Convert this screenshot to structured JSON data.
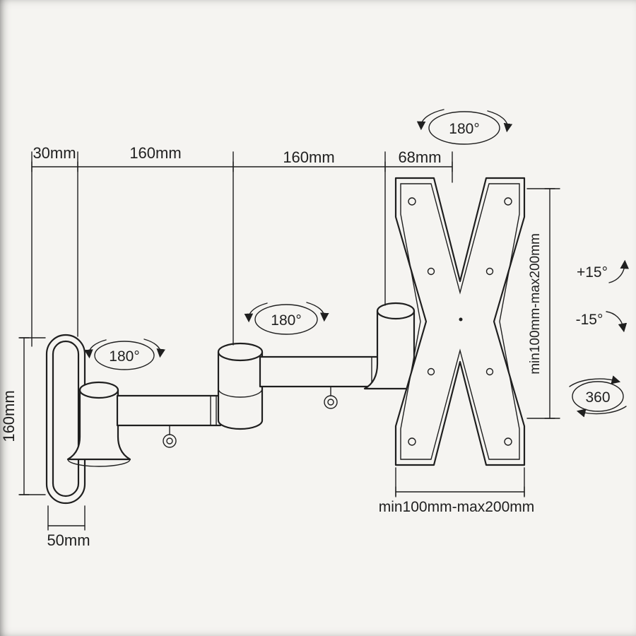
{
  "theme": {
    "bg": "#f5f4f1",
    "ink": "#1f1f1f"
  },
  "diagram": {
    "top_dims": [
      {
        "label": "30mm"
      },
      {
        "label": "160mm"
      },
      {
        "label": "160mm"
      },
      {
        "label": "68mm"
      }
    ],
    "left_dim": {
      "label": "160mm"
    },
    "base_dim": {
      "label": "50mm"
    },
    "vesa_side_dim": {
      "label": "min100mm-max200mm"
    },
    "vesa_bottom_dim": {
      "label": "min100mm-max200mm"
    },
    "swivel_top": {
      "label": "180°"
    },
    "swivel_mid": {
      "label": "180°"
    },
    "swivel_wall": {
      "label": "180°"
    },
    "tilt_up": {
      "label": "+15°"
    },
    "tilt_down": {
      "label": "-15°"
    },
    "rotation": {
      "label": "360"
    }
  }
}
